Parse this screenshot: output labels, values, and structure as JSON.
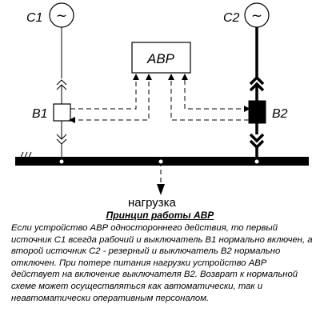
{
  "diagram": {
    "source1": {
      "label": "С1",
      "symbol": "~"
    },
    "source2": {
      "label": "С2",
      "symbol": "~"
    },
    "avr_box": {
      "label": "АВР"
    },
    "breaker1": {
      "label": "В1",
      "state": "open"
    },
    "breaker2": {
      "label": "В2",
      "state": "closed"
    },
    "load_label": "нагрузка"
  },
  "caption": "Принцип работы АВР",
  "description": "Если устройство АВР одностороннего действия, то первый источник С1 всегда рабочий и выключатель В1 нормально включен, а второй  источник С2 - резерный и выключатель В2 нормально отключен. При потере питания нагрузки устройство АВР действует на включение выключателя В2. Возврат к нормальной схеме может осуществляться как автоматически, так и неавтоматически оперативным персоналом."
}
